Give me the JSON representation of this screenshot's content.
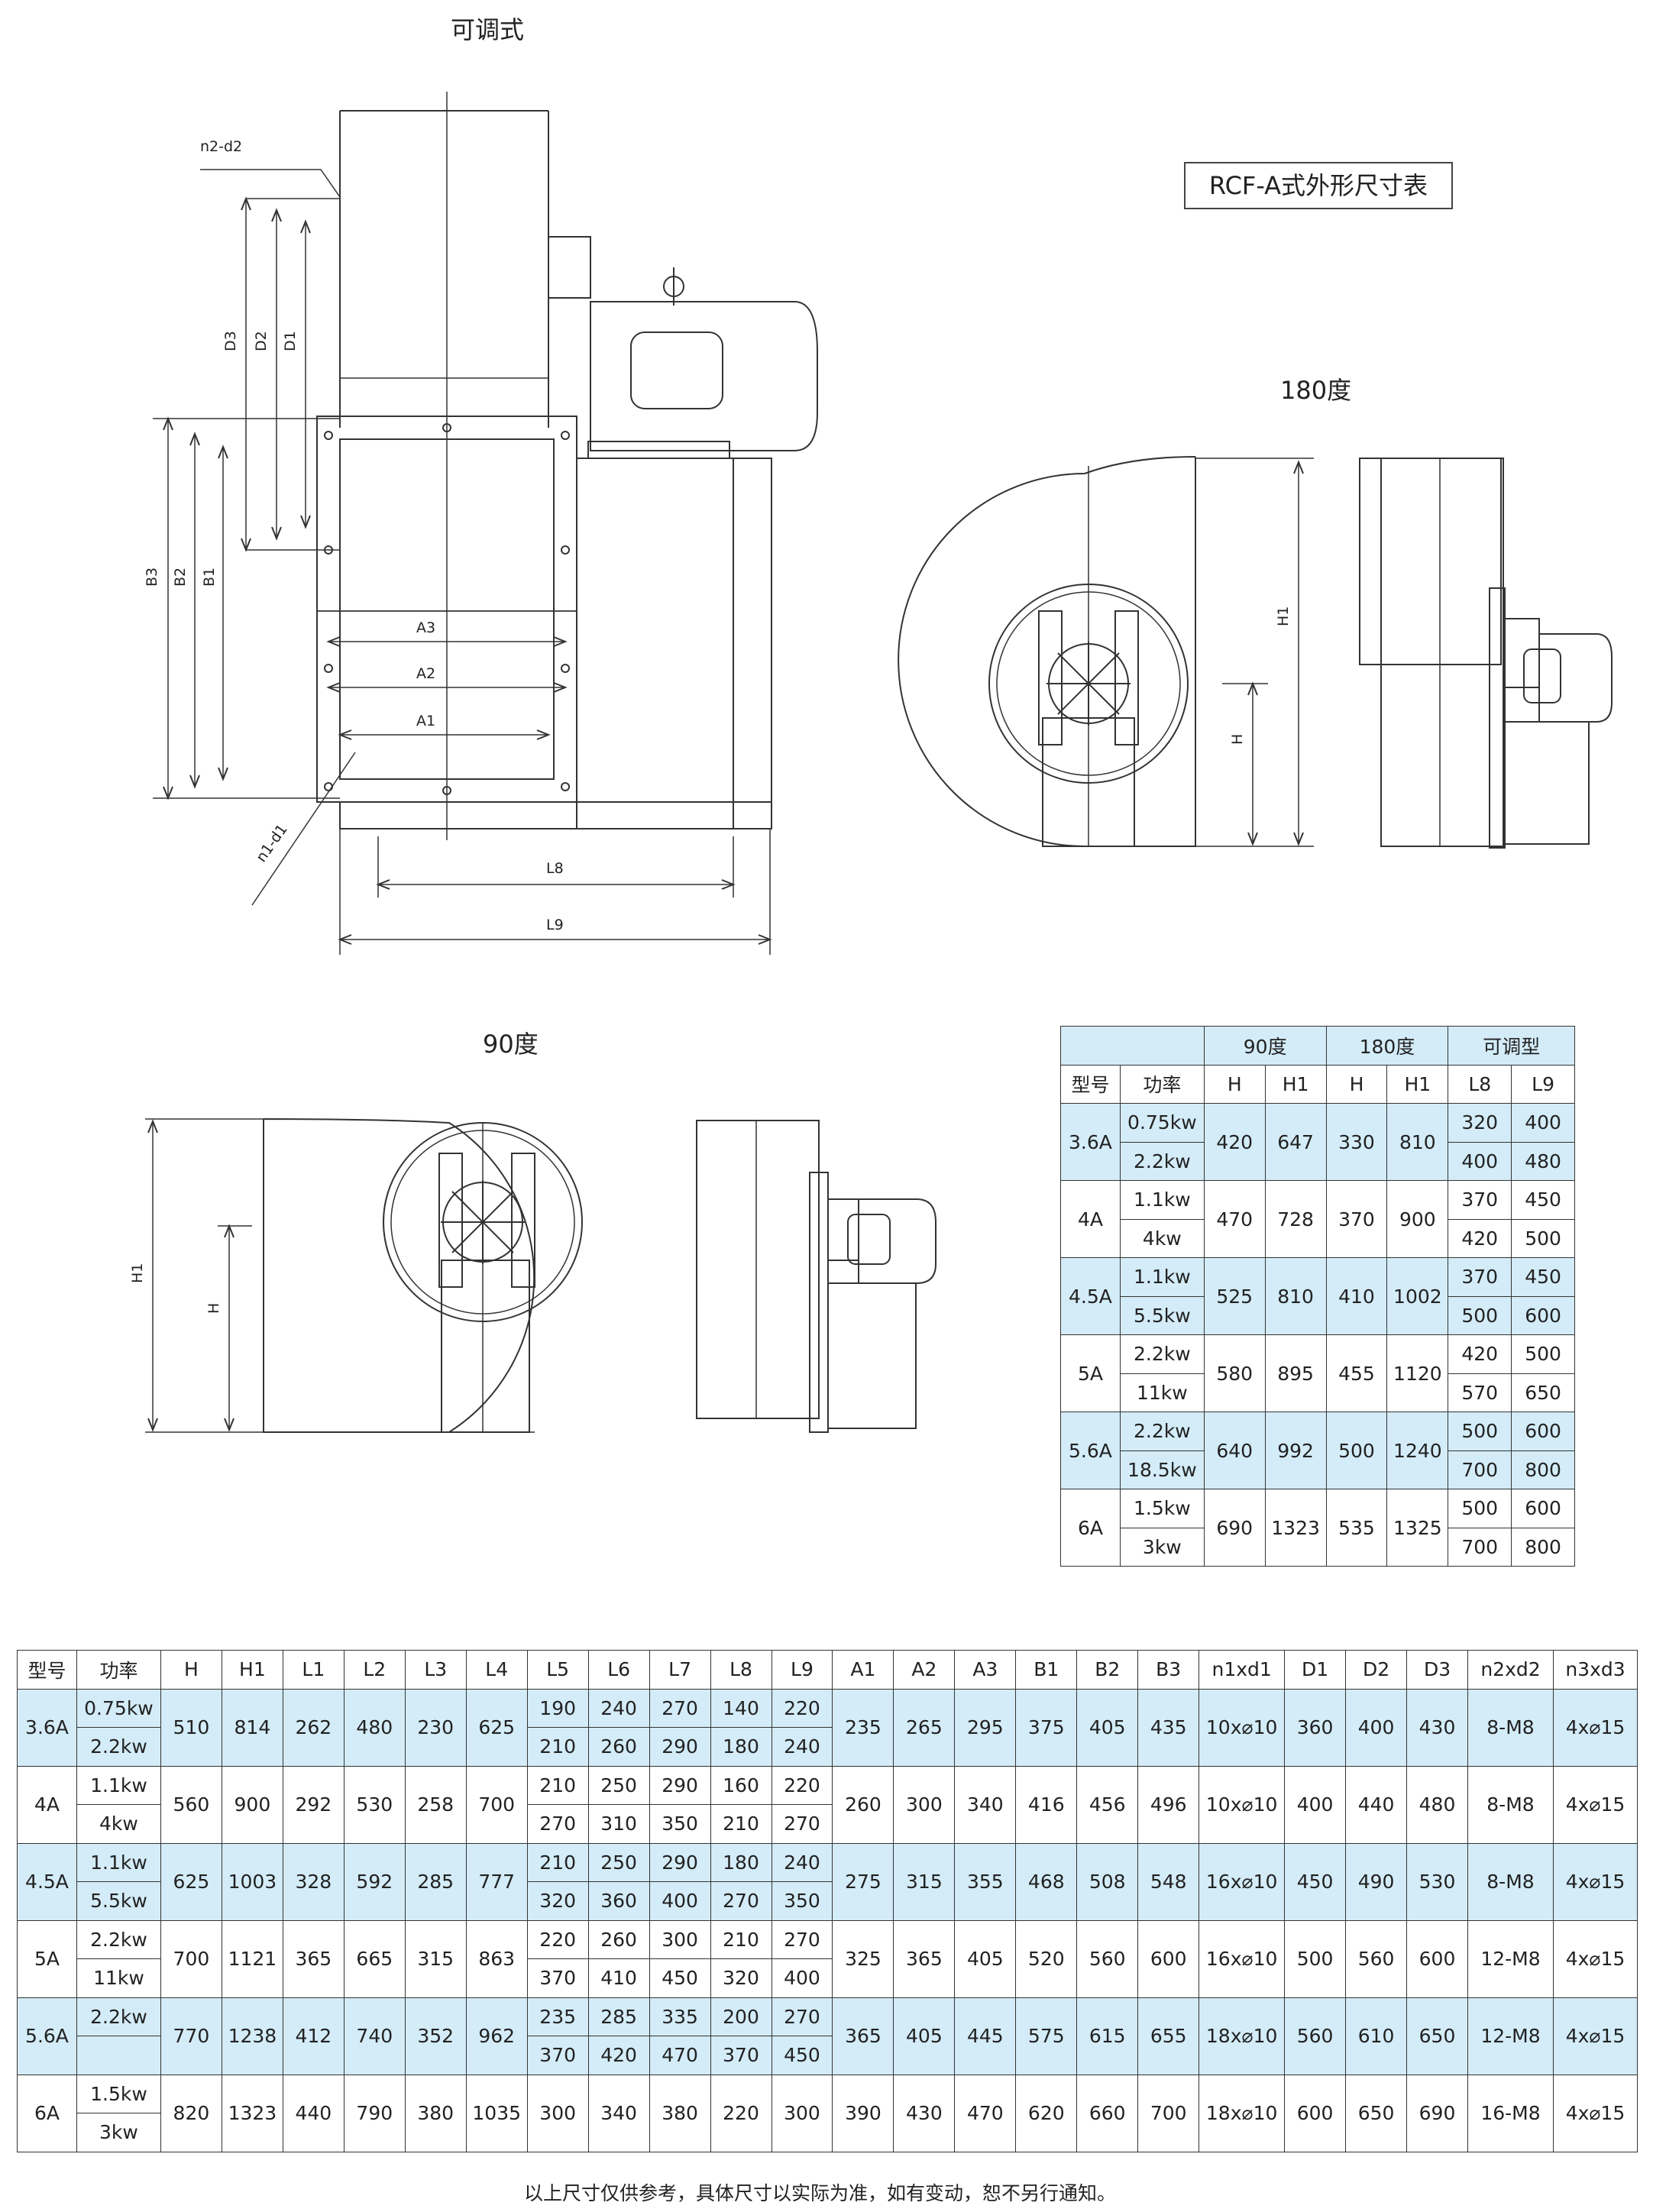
{
  "titles": {
    "adjustable": "可调式",
    "deg180": "180度",
    "deg90": "90度",
    "dim_table_title": "RCF-A式外形尺寸表"
  },
  "drawing_labels": {
    "n2d2": "n2-d2",
    "n1d1": "n1-d1",
    "D1": "D1",
    "D2": "D2",
    "D3": "D3",
    "B1": "B1",
    "B2": "B2",
    "B3": "B3",
    "A1": "A1",
    "A2": "A2",
    "A3": "A3",
    "L8": "L8",
    "L9": "L9",
    "H": "H",
    "H1": "H1"
  },
  "small_table": {
    "group_headers": [
      "90度",
      "180度",
      "可调型"
    ],
    "headers": [
      "型号",
      "功率",
      "H",
      "H1",
      "H",
      "H1",
      "L8",
      "L9"
    ],
    "models": [
      {
        "model": "3.6A",
        "powers": [
          "0.75kw",
          "2.2kw"
        ],
        "H90": "420",
        "H1_90": "647",
        "H180": "330",
        "H1_180": "810",
        "L8": [
          "320",
          "400"
        ],
        "L9": [
          "400",
          "480"
        ]
      },
      {
        "model": "4A",
        "powers": [
          "1.1kw",
          "4kw"
        ],
        "H90": "470",
        "H1_90": "728",
        "H180": "370",
        "H1_180": "900",
        "L8": [
          "370",
          "420"
        ],
        "L9": [
          "450",
          "500"
        ]
      },
      {
        "model": "4.5A",
        "powers": [
          "1.1kw",
          "5.5kw"
        ],
        "H90": "525",
        "H1_90": "810",
        "H180": "410",
        "H1_180": "1002",
        "L8": [
          "370",
          "500"
        ],
        "L9": [
          "450",
          "600"
        ]
      },
      {
        "model": "5A",
        "powers": [
          "2.2kw",
          "11kw"
        ],
        "H90": "580",
        "H1_90": "895",
        "H180": "455",
        "H1_180": "1120",
        "L8": [
          "420",
          "570"
        ],
        "L9": [
          "500",
          "650"
        ]
      },
      {
        "model": "5.6A",
        "powers": [
          "2.2kw",
          "18.5kw"
        ],
        "H90": "640",
        "H1_90": "992",
        "H180": "500",
        "H1_180": "1240",
        "L8": [
          "500",
          "700"
        ],
        "L9": [
          "600",
          "800"
        ]
      },
      {
        "model": "6A",
        "powers": [
          "1.5kw",
          "3kw"
        ],
        "H90": "690",
        "H1_90": "1323",
        "H180": "535",
        "H1_180": "1325",
        "L8": [
          "500",
          "700"
        ],
        "L9": [
          "600",
          "800"
        ]
      }
    ]
  },
  "big_table": {
    "headers": [
      "型号",
      "功率",
      "H",
      "H1",
      "L1",
      "L2",
      "L3",
      "L4",
      "L5",
      "L6",
      "L7",
      "L8",
      "L9",
      "A1",
      "A2",
      "A3",
      "B1",
      "B2",
      "B3",
      "n1xd1",
      "D1",
      "D2",
      "D3",
      "n2xd2",
      "n3xd3"
    ],
    "models": [
      {
        "model": "3.6A",
        "powers": [
          "0.75kw",
          "2.2kw"
        ],
        "H": "510",
        "H1": "814",
        "L1": "262",
        "L2": "480",
        "L3": "230",
        "L4": "625",
        "split": [
          [
            "190",
            "240",
            "270",
            "140",
            "220"
          ],
          [
            "210",
            "260",
            "290",
            "180",
            "240"
          ]
        ],
        "A1": "235",
        "A2": "265",
        "A3": "295",
        "B1": "375",
        "B2": "405",
        "B3": "435",
        "n1xd1": "10x⌀10",
        "D1": "360",
        "D2": "400",
        "D3": "430",
        "n2xd2": "8-M8",
        "n3xd3": "4x⌀15"
      },
      {
        "model": "4A",
        "powers": [
          "1.1kw",
          "4kw"
        ],
        "H": "560",
        "H1": "900",
        "L1": "292",
        "L2": "530",
        "L3": "258",
        "L4": "700",
        "split": [
          [
            "210",
            "250",
            "290",
            "160",
            "220"
          ],
          [
            "270",
            "310",
            "350",
            "210",
            "270"
          ]
        ],
        "A1": "260",
        "A2": "300",
        "A3": "340",
        "B1": "416",
        "B2": "456",
        "B3": "496",
        "n1xd1": "10x⌀10",
        "D1": "400",
        "D2": "440",
        "D3": "480",
        "n2xd2": "8-M8",
        "n3xd3": "4x⌀15"
      },
      {
        "model": "4.5A",
        "powers": [
          "1.1kw",
          "5.5kw"
        ],
        "H": "625",
        "H1": "1003",
        "L1": "328",
        "L2": "592",
        "L3": "285",
        "L4": "777",
        "split": [
          [
            "210",
            "250",
            "290",
            "180",
            "240"
          ],
          [
            "320",
            "360",
            "400",
            "270",
            "350"
          ]
        ],
        "A1": "275",
        "A2": "315",
        "A3": "355",
        "B1": "468",
        "B2": "508",
        "B3": "548",
        "n1xd1": "16x⌀10",
        "D1": "450",
        "D2": "490",
        "D3": "530",
        "n2xd2": "8-M8",
        "n3xd3": "4x⌀15"
      },
      {
        "model": "5A",
        "powers": [
          "2.2kw",
          "11kw"
        ],
        "H": "700",
        "H1": "1121",
        "L1": "365",
        "L2": "665",
        "L3": "315",
        "L4": "863",
        "split": [
          [
            "220",
            "260",
            "300",
            "210",
            "270"
          ],
          [
            "370",
            "410",
            "450",
            "320",
            "400"
          ]
        ],
        "A1": "325",
        "A2": "365",
        "A3": "405",
        "B1": "520",
        "B2": "560",
        "B3": "600",
        "n1xd1": "16x⌀10",
        "D1": "500",
        "D2": "560",
        "D3": "600",
        "n2xd2": "12-M8",
        "n3xd3": "4x⌀15"
      },
      {
        "model": "5.6A",
        "powers": [
          "2.2kw",
          ""
        ],
        "H": "770",
        "H1": "1238",
        "L1": "412",
        "L2": "740",
        "L3": "352",
        "L4": "962",
        "split": [
          [
            "235",
            "285",
            "335",
            "200",
            "270"
          ],
          [
            "370",
            "420",
            "470",
            "370",
            "450"
          ]
        ],
        "A1": "365",
        "A2": "405",
        "A3": "445",
        "B1": "575",
        "B2": "615",
        "B3": "655",
        "n1xd1": "18x⌀10",
        "D1": "560",
        "D2": "610",
        "D3": "650",
        "n2xd2": "12-M8",
        "n3xd3": "4x⌀15"
      },
      {
        "model": "6A",
        "powers": [
          "1.5kw",
          "3kw"
        ],
        "H": "820",
        "H1": "1323",
        "L1": "440",
        "L2": "790",
        "L3": "380",
        "L4": "1035",
        "split": [
          [
            "300",
            "340",
            "380",
            "220",
            "300"
          ],
          null
        ],
        "A1": "390",
        "A2": "430",
        "A3": "470",
        "B1": "620",
        "B2": "660",
        "B3": "700",
        "n1xd1": "18x⌀10",
        "D1": "600",
        "D2": "650",
        "D3": "690",
        "n2xd2": "16-M8",
        "n3xd3": "4x⌀15"
      }
    ]
  },
  "footnote": "以上尺寸仅供参考，具体尺寸以实际为准，如有变动，恕不另行通知。",
  "colors": {
    "row_blue": "#d3ecf8",
    "line": "#333333"
  }
}
